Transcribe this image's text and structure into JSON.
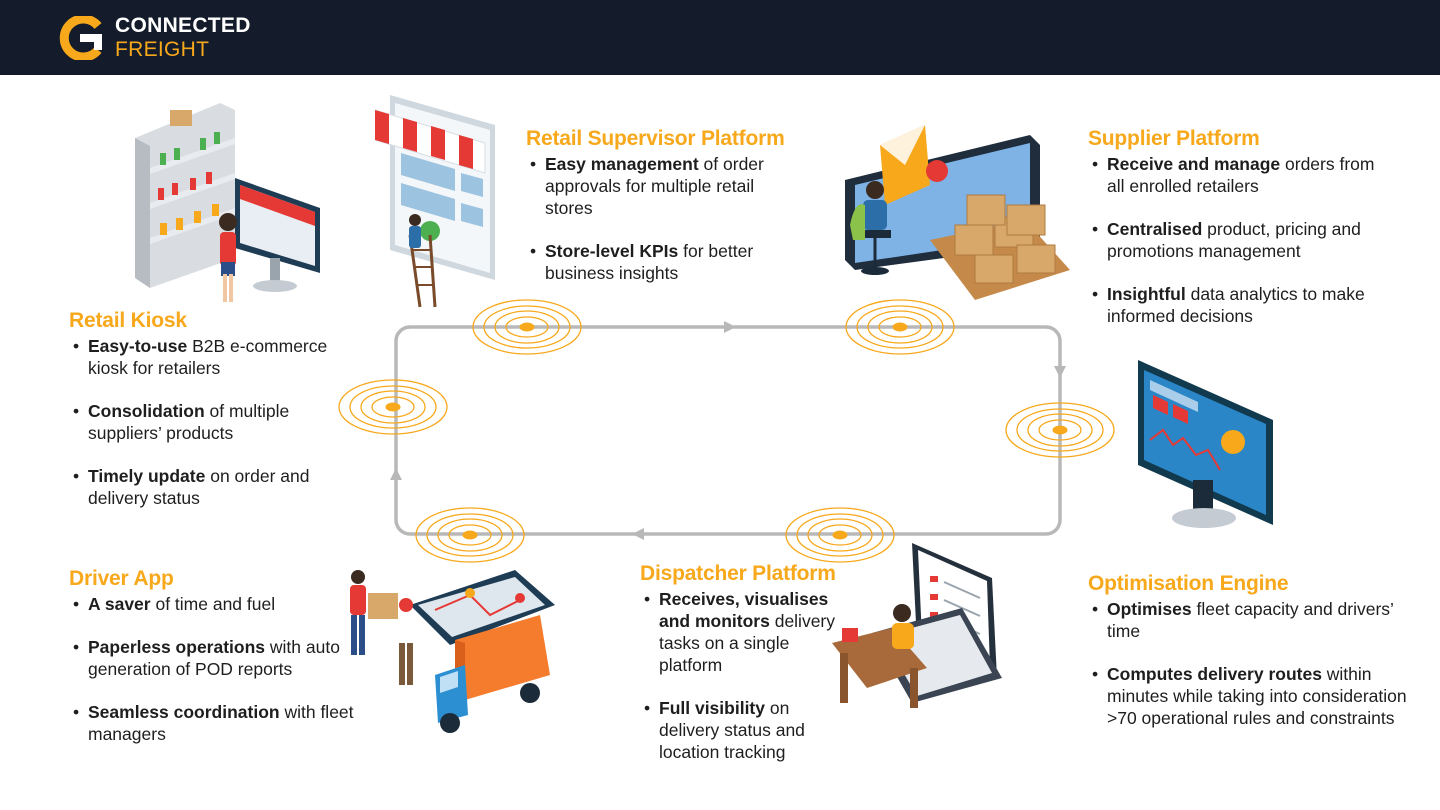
{
  "brand": {
    "line1": "CONNECTED",
    "line2": "FREIGHT"
  },
  "colors": {
    "accent": "#f7a81b",
    "header_bg": "#141c2b",
    "flow_line": "#b5b5b5"
  },
  "sections": {
    "retail_kiosk": {
      "title": "Retail Kiosk",
      "bullets": [
        {
          "strong": "Easy-to-use",
          "text": " B2B e-commerce kiosk for retailers"
        },
        {
          "strong": "Consolidation",
          "text": " of multiple suppliers’ products"
        },
        {
          "strong": "Timely update",
          "text": " on order and delivery status"
        }
      ]
    },
    "retail_supervisor": {
      "title": "Retail Supervisor Platform",
      "bullets": [
        {
          "strong": "Easy management",
          "text": " of order approvals for multiple retail stores"
        },
        {
          "strong": "Store-level KPIs",
          "text": " for better business insights"
        }
      ]
    },
    "supplier": {
      "title": "Supplier Platform",
      "bullets": [
        {
          "strong": "Receive and manage",
          "text": " orders from all enrolled retailers"
        },
        {
          "strong": "Centralised",
          "text": " product, pricing and promotions management"
        },
        {
          "strong": "Insightful",
          "text": " data analytics to make informed decisions"
        }
      ]
    },
    "optimisation": {
      "title": "Optimisation Engine",
      "bullets": [
        {
          "strong": "Optimises",
          "text": " fleet capacity and drivers’ time"
        },
        {
          "strong": "Computes delivery routes",
          "text": " within minutes while taking into consideration >70 operational rules and constraints"
        }
      ]
    },
    "dispatcher": {
      "title": "Dispatcher Platform",
      "bullets": [
        {
          "strong": "Receives, visualises and monitors",
          "text": " delivery tasks on a single platform"
        },
        {
          "strong": "Full visibility",
          "text": " on delivery status and location tracking"
        }
      ]
    },
    "driver": {
      "title": "Driver App",
      "bullets": [
        {
          "strong": "A saver",
          "text": " of time and fuel"
        },
        {
          "strong": "Paperless operations",
          "text": " with auto generation of POD reports"
        },
        {
          "strong": "Seamless coordination",
          "text": " with fleet managers"
        }
      ]
    }
  },
  "illustration_icons": {
    "kiosk": "retail-kiosk-illustration",
    "supervisor": "tablet-storefront-illustration",
    "supplier": "supplier-warehouse-illustration",
    "optimisation": "analytics-monitor-illustration",
    "dispatcher": "dispatcher-laptop-illustration",
    "driver": "delivery-truck-map-illustration"
  }
}
